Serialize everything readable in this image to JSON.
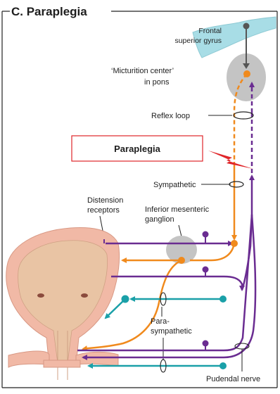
{
  "title": "C. Paraplegia",
  "labels": {
    "frontal": [
      "Frontal",
      "superior gyrus"
    ],
    "micturition": [
      "‘Micturition center’",
      "in pons"
    ],
    "reflex_loop": "Reflex loop",
    "paraplegia": "Paraplegia",
    "sympathetic": "Sympathetic",
    "distension": [
      "Distension",
      "receptors"
    ],
    "ganglion": [
      "Inferior mesenteric",
      "ganglion"
    ],
    "parasympathetic": [
      "Para-",
      "sympathetic"
    ],
    "pudendal": "Pudendal nerve"
  },
  "colors": {
    "purple": "#6a2c91",
    "orange": "#f08a1d",
    "teal": "#1aa0a8",
    "red": "#e0262a",
    "gray": "#c4c4c4",
    "cortex": "#a8dde6",
    "bladder_wall": "#f1b9a6",
    "bladder_inner": "#e9c4a4",
    "border": "#222222"
  }
}
